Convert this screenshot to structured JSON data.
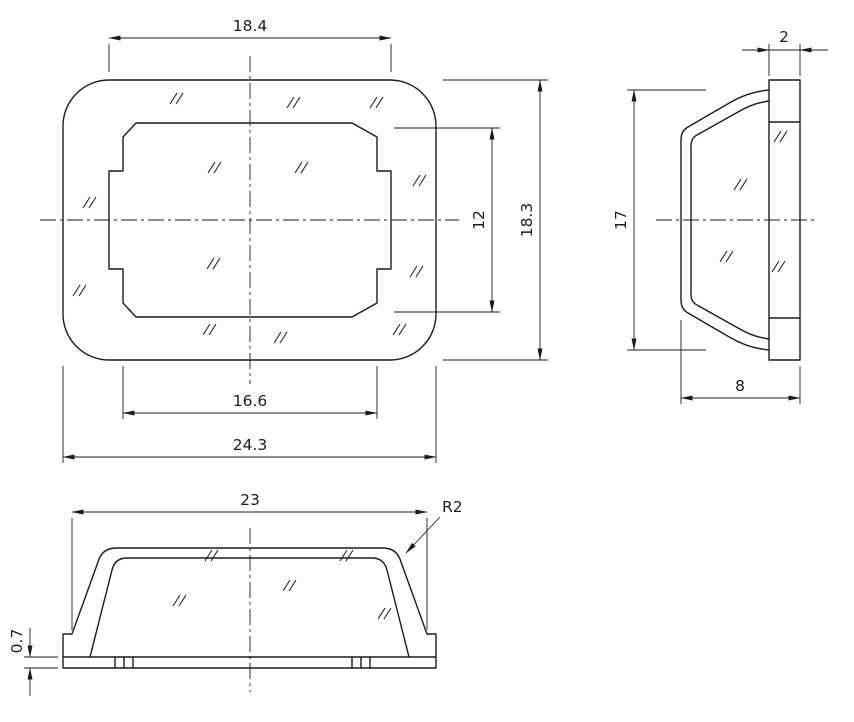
{
  "drawing": {
    "colors": {
      "line": "#1c1c1c",
      "background": "#ffffff"
    },
    "views": {
      "front": {
        "dims": {
          "top_width": "18.4",
          "opening_height": "12",
          "outer_height": "18.3",
          "bottom_width": "16.6",
          "overall_width": "24.3"
        }
      },
      "side": {
        "dims": {
          "rim_thickness": "2",
          "body_height": "17",
          "overall_depth": "8"
        }
      },
      "bottom": {
        "dims": {
          "top_width": "23",
          "corner_radius": "R2",
          "lip_height": "0.7"
        }
      }
    }
  }
}
